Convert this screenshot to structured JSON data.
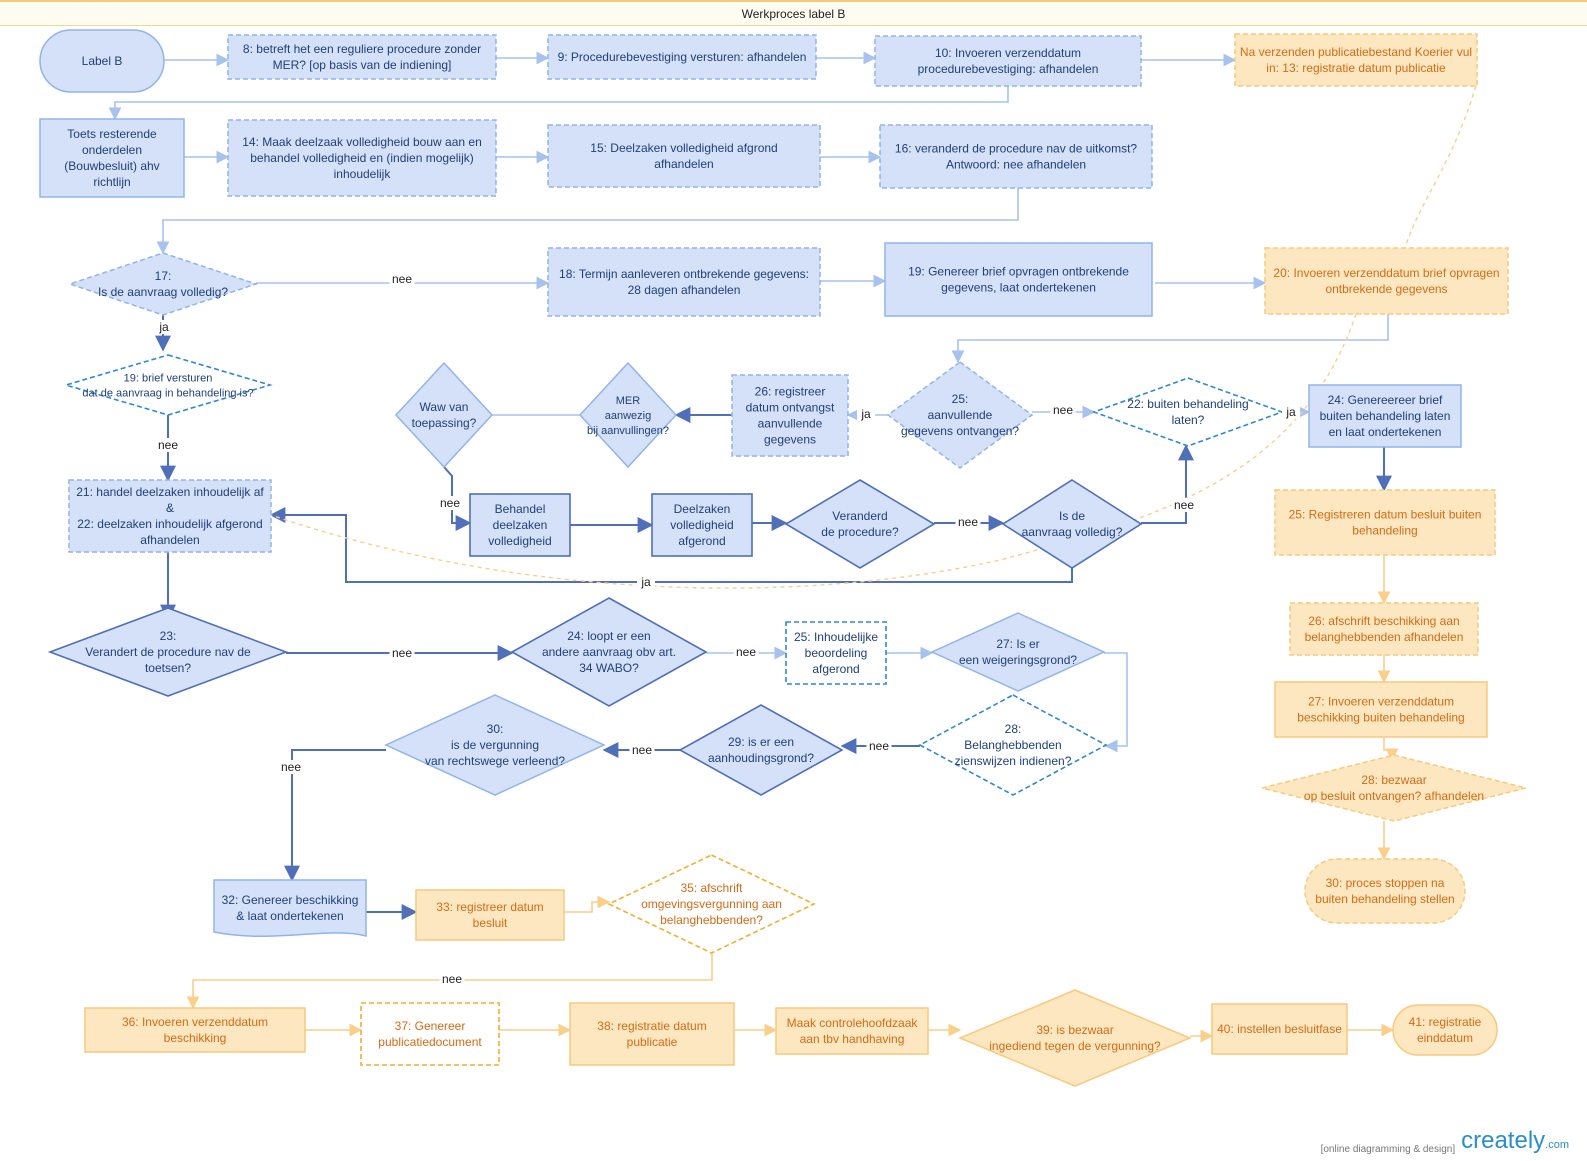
{
  "page": {
    "title": "Werkproces label B"
  },
  "brand": {
    "tagline": "[online diagramming & design]",
    "name": "creately",
    "suffix": ".com"
  },
  "colors": {
    "blue_fill": "#d4e1f8",
    "blue_stroke": "#91b4ea",
    "dark_blue": "#4f6fb8",
    "dash_blue": "#2f88d2",
    "orange_fill": "#fde7c1",
    "orange_stroke": "#f9c97d",
    "orange_text": "#d56b15",
    "text": "#1f3f7a"
  },
  "nodes": [
    {
      "id": "n_label_b",
      "shape": "terminal",
      "style": "blue",
      "lines": [
        "Label B"
      ]
    },
    {
      "id": "n8",
      "shape": "rect",
      "style": "blue-dashed",
      "lines": [
        "8: betreft het een reguliere procedure zonder",
        "MER? [op basis van de indiening]"
      ]
    },
    {
      "id": "n9",
      "shape": "rect",
      "style": "blue-dashed",
      "lines": [
        "9: Procedurebevestiging versturen:  afhandelen"
      ]
    },
    {
      "id": "n10",
      "shape": "rect",
      "style": "blue-dashed",
      "lines": [
        "10: Invoeren verzenddatum",
        "procedurebevestiging: afhandelen"
      ]
    },
    {
      "id": "n13",
      "shape": "rect",
      "style": "orange-dashed",
      "lines": [
        "Na verzenden publicatiebestand Koerier vul",
        "in: 13: registratie datum publicatie"
      ]
    },
    {
      "id": "n_toets",
      "shape": "rect",
      "style": "blue",
      "lines": [
        "Toets resterende",
        "onderdelen",
        "(Bouwbesluit) ahv",
        "richtlijn"
      ]
    },
    {
      "id": "n14",
      "shape": "rect",
      "style": "blue-dashed",
      "lines": [
        "14: Maak deelzaak volledigheid bouw aan en",
        "behandel volledigheid en (indien mogelijk)",
        "inhoudelijk"
      ]
    },
    {
      "id": "n15",
      "shape": "rect",
      "style": "blue-dashed",
      "lines": [
        "15: Deelzaken volledigheid afgrond",
        "afhandelen"
      ]
    },
    {
      "id": "n16",
      "shape": "rect",
      "style": "blue-dashed",
      "lines": [
        "16: veranderd de procedure nav de uitkomst?",
        "Antwoord: nee afhandelen"
      ]
    },
    {
      "id": "n17",
      "shape": "diamond",
      "style": "blue-dashed",
      "lines": [
        "17:",
        "Is de aanvraag  volledig?"
      ]
    },
    {
      "id": "n18",
      "shape": "rect",
      "style": "blue-dashed",
      "lines": [
        "18: Termijn aanleveren ontbrekende gegevens:",
        "28 dagen afhandelen"
      ]
    },
    {
      "id": "n19a",
      "shape": "rect",
      "style": "blue",
      "lines": [
        "19:  Genereer brief opvragen ontbrekende",
        "gegevens, laat ondertekenen"
      ]
    },
    {
      "id": "n20",
      "shape": "rect",
      "style": "orange-dashed",
      "lines": [
        "20: Invoeren verzenddatum brief opvragen",
        "ontbrekende gegevens"
      ]
    },
    {
      "id": "n19b",
      "shape": "diamond",
      "style": "dash-blue",
      "lines": [
        "19: brief versturen",
        "dat de aanvraag  in behandeling is?"
      ]
    },
    {
      "id": "n_waw",
      "shape": "diamond",
      "style": "blue",
      "lines": [
        "Waw van",
        "toepassing?"
      ]
    },
    {
      "id": "n_mer",
      "shape": "diamond",
      "style": "blue",
      "lines": [
        "MER",
        "aanwezig",
        "bij  aanvullingen?"
      ]
    },
    {
      "id": "n26a",
      "shape": "rect",
      "style": "blue-dashed",
      "lines": [
        "26: registreer",
        "datum ontvangst",
        "aanvullende",
        "gegevens"
      ]
    },
    {
      "id": "n25a",
      "shape": "diamond",
      "style": "blue-dashed",
      "lines": [
        "25:",
        "aanvullende",
        "gegevens  ontvangen?"
      ]
    },
    {
      "id": "n22a",
      "shape": "diamond",
      "style": "dash-blue",
      "lines": [
        "22: buiten behandeling",
        "laten?"
      ]
    },
    {
      "id": "n24a",
      "shape": "rect",
      "style": "blue",
      "lines": [
        "24: Genereereer brief",
        "buiten behandeling laten",
        "en laat ondertekenen"
      ]
    },
    {
      "id": "n21",
      "shape": "rect",
      "style": "blue-dashed",
      "lines": [
        "21: handel deelzaken inhoudelijk af",
        "&",
        "22: deelzaken inhoudelijk afgerond",
        "afhandelen"
      ]
    },
    {
      "id": "n_behandel",
      "shape": "rect",
      "style": "dark",
      "lines": [
        "Behandel",
        "deelzaken",
        "volledigheid"
      ]
    },
    {
      "id": "n_deelzaken",
      "shape": "rect",
      "style": "dark",
      "lines": [
        "Deelzaken",
        "volledigheid",
        "afgerond"
      ]
    },
    {
      "id": "n_veranderd",
      "shape": "diamond",
      "style": "dark",
      "lines": [
        "Veranderd",
        "de procedure?"
      ]
    },
    {
      "id": "n_isde",
      "shape": "diamond",
      "style": "dark",
      "lines": [
        "Is de",
        "aanvraag  volledig?"
      ]
    },
    {
      "id": "n25b",
      "shape": "rect",
      "style": "orange-dashed",
      "lines": [
        "25: Registreren datum besluit buiten",
        "behandeling"
      ]
    },
    {
      "id": "n26b",
      "shape": "rect",
      "style": "orange-dashed",
      "lines": [
        "26: afschrift beschikking aan",
        "belanghebbenden afhandelen"
      ]
    },
    {
      "id": "n27b",
      "shape": "rect",
      "style": "orange",
      "lines": [
        "27: Invoeren verzenddatum",
        "beschikking buiten behandeling"
      ]
    },
    {
      "id": "n28b",
      "shape": "diamond",
      "style": "orange-dashed",
      "lines": [
        "28: bezwaar",
        "op besluit ontvangen?  afhandelen"
      ]
    },
    {
      "id": "n30b",
      "shape": "terminal",
      "style": "orange-dashed",
      "lines": [
        "30: proces stoppen na",
        "buiten behandeling stellen"
      ]
    },
    {
      "id": "n23",
      "shape": "diamond",
      "style": "dark",
      "lines": [
        "23:",
        "Verandert de procedure  nav de",
        "toetsen?"
      ]
    },
    {
      "id": "n24b",
      "shape": "diamond",
      "style": "dark",
      "lines": [
        "24: loopt er een",
        "andere aanvraag  obv art.",
        "34 WABO?"
      ]
    },
    {
      "id": "n25c",
      "shape": "rect",
      "style": "dash-blue",
      "lines": [
        "25: Inhoudelijke",
        "beoordeling",
        "afgerond"
      ]
    },
    {
      "id": "n27c",
      "shape": "diamond",
      "style": "blue",
      "lines": [
        "27: Is er",
        "een weigeringsgrond?"
      ]
    },
    {
      "id": "n28c",
      "shape": "diamond",
      "style": "dash-blue",
      "lines": [
        "28:",
        "Belanghebbenden",
        "zienswijzen  indienen?"
      ]
    },
    {
      "id": "n29",
      "shape": "diamond",
      "style": "dark",
      "lines": [
        "29: is er een",
        "aanhoudingsgrond?"
      ]
    },
    {
      "id": "n30",
      "shape": "diamond",
      "style": "blue",
      "lines": [
        "30:",
        "is de vergunning",
        "van rechtswege  verleend?"
      ]
    },
    {
      "id": "n32",
      "shape": "document",
      "style": "blue",
      "lines": [
        "32: Genereer beschikking",
        "& laat ondertekenen"
      ]
    },
    {
      "id": "n33",
      "shape": "rect",
      "style": "orange",
      "lines": [
        "33: registreer datum",
        "besluit"
      ]
    },
    {
      "id": "n35",
      "shape": "diamond",
      "style": "orange-dashed2",
      "lines": [
        "35: afschrift",
        "omgevingsvergunning  aan",
        "belanghebbenden?"
      ]
    },
    {
      "id": "n36",
      "shape": "rect",
      "style": "orange",
      "lines": [
        "36: Invoeren verzenddatum",
        "beschikking"
      ]
    },
    {
      "id": "n37",
      "shape": "rect",
      "style": "orange-dashed2",
      "lines": [
        "37: Genereer",
        "publicatiedocument"
      ]
    },
    {
      "id": "n38",
      "shape": "rect",
      "style": "orange",
      "lines": [
        "38: registratie datum",
        "publicatie"
      ]
    },
    {
      "id": "n_maak",
      "shape": "rect",
      "style": "orange",
      "lines": [
        "Maak controlehoofdzaak",
        "aan tbv handhaving"
      ]
    },
    {
      "id": "n39",
      "shape": "diamond",
      "style": "orange",
      "lines": [
        "39: is bezwaar",
        "ingediend tegen  de vergunning?"
      ]
    },
    {
      "id": "n40",
      "shape": "rect",
      "style": "orange",
      "lines": [
        "40: instellen besluitfase"
      ]
    },
    {
      "id": "n41",
      "shape": "terminal",
      "style": "orange",
      "lines": [
        "41: registratie",
        "einddatum"
      ]
    }
  ],
  "edge_labels": [
    {
      "id": "l_nee_17",
      "text": "nee"
    },
    {
      "id": "l_ja_17",
      "text": "ja"
    },
    {
      "id": "l_nee_19",
      "text": "nee"
    },
    {
      "id": "l_ja_25",
      "text": "ja"
    },
    {
      "id": "l_nee_25",
      "text": "nee"
    },
    {
      "id": "l_ja_22",
      "text": "ja"
    },
    {
      "id": "l_nee_waw",
      "text": "nee"
    },
    {
      "id": "l_nee_veranderd",
      "text": "nee"
    },
    {
      "id": "l_nee_isde",
      "text": "nee"
    },
    {
      "id": "l_ja_isde",
      "text": "ja"
    },
    {
      "id": "l_nee_23",
      "text": "nee"
    },
    {
      "id": "l_nee_24",
      "text": "nee"
    },
    {
      "id": "l_nee_28",
      "text": "nee"
    },
    {
      "id": "l_nee_29",
      "text": "nee"
    },
    {
      "id": "l_nee_30",
      "text": "nee"
    },
    {
      "id": "l_nee_35",
      "text": "nee"
    }
  ]
}
